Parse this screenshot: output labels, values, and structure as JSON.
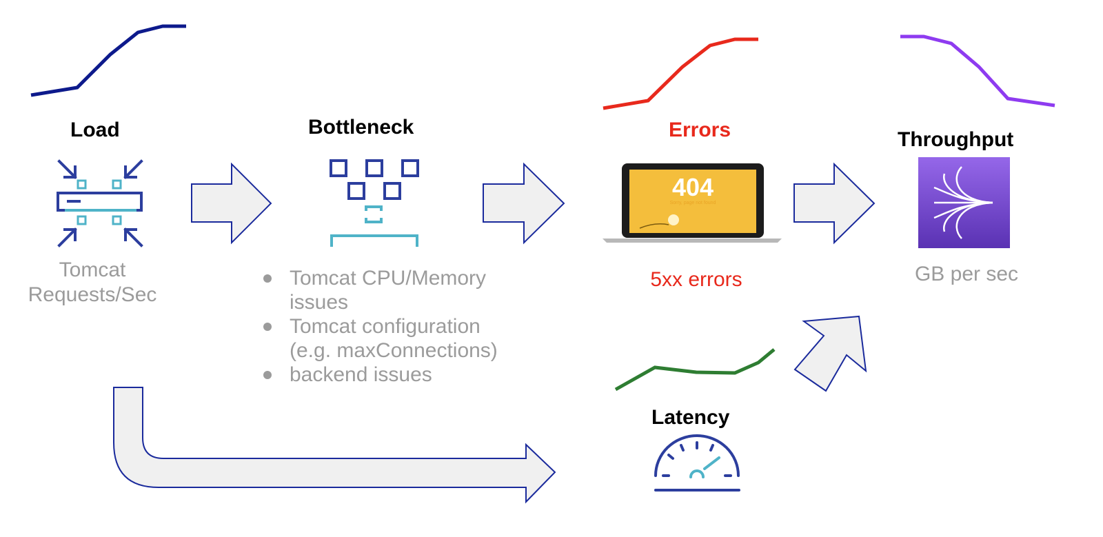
{
  "load": {
    "title": "Load",
    "subtitle_line1": "Tomcat",
    "subtitle_line2": "Requests/Sec"
  },
  "bottleneck": {
    "title": "Bottleneck",
    "items": [
      {
        "line1": "Tomcat CPU/Memory",
        "line2": "issues"
      },
      {
        "line1": "Tomcat configuration",
        "line2": "(e.g. maxConnections)"
      },
      {
        "line1": "backend issues",
        "line2": ""
      }
    ]
  },
  "errors": {
    "title": "Errors",
    "subtitle": "5xx errors",
    "screen_code": "404",
    "screen_text": "Sorry, page not found"
  },
  "throughput": {
    "title": "Throughput",
    "subtitle": "GB per sec"
  },
  "latency": {
    "title": "Latency"
  },
  "colors": {
    "load_line": "#0d1a8c",
    "errors_line": "#e8291c",
    "throughput_line": "#8e3bf0",
    "latency_line": "#2e7d32",
    "arrow_fill": "#f0f0f0",
    "arrow_stroke": "#1a2a9c",
    "icon_dark": "#2c3e9e",
    "icon_light": "#4fb3c8",
    "subtitle_gray": "#9b9b9b"
  },
  "icons": [
    "load-balancer-icon",
    "bottleneck-squares-icon",
    "laptop-404-icon",
    "throughput-flow-icon",
    "speedometer-icon"
  ]
}
